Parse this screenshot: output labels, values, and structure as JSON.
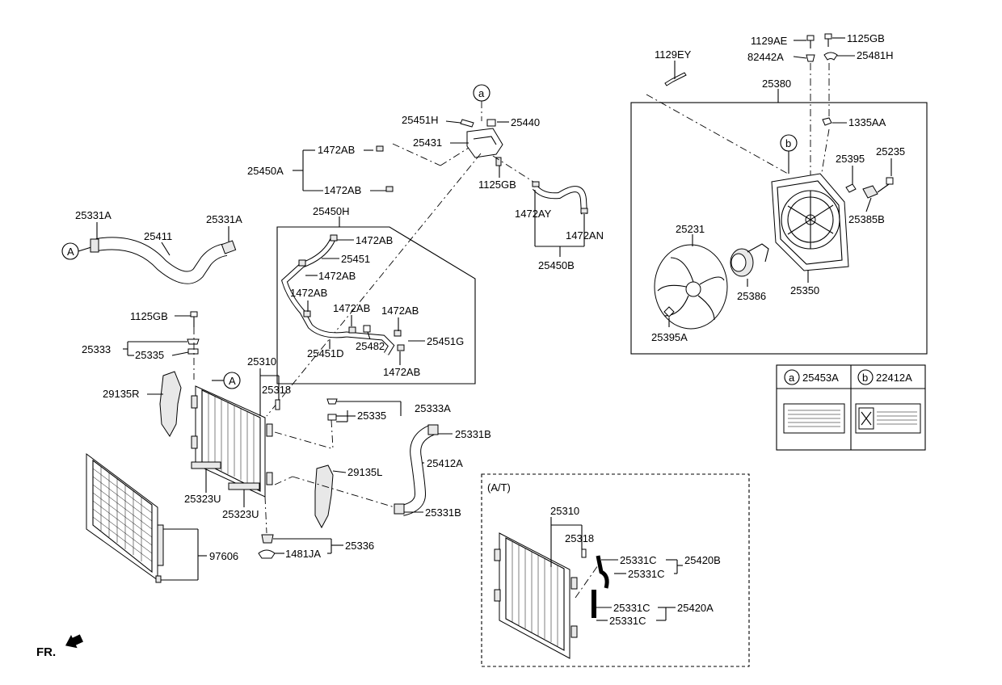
{
  "labels": {
    "p1129AE": "1129AE",
    "p1125GB_top": "1125GB",
    "p82442A": "82442A",
    "p25481H": "25481H",
    "p1129EY": "1129EY",
    "p25380": "25380",
    "p1335AA": "1335AA",
    "p25395": "25395",
    "p25235": "25235",
    "p25385B": "25385B",
    "p25231": "25231",
    "p25386": "25386",
    "p25350": "25350",
    "p25395A": "25395A",
    "pa": "a",
    "pb": "b",
    "p25451H": "25451H",
    "p25440": "25440",
    "p25431": "25431",
    "p1125GB_tank": "1125GB",
    "p1472AB_1": "1472AB",
    "p25450A": "25450A",
    "p1472AB_2": "1472AB",
    "p1472AY": "1472AY",
    "p1472AN": "1472AN",
    "p25450B": "25450B",
    "p25450H": "25450H",
    "p1472AB_3": "1472AB",
    "p25451": "25451",
    "p1472AB_4": "1472AB",
    "p1472AB_5": "1472AB",
    "p1472AB_6": "1472AB",
    "p1472AB_7": "1472AB",
    "p25451D": "25451D",
    "p25482": "25482",
    "p25451G": "25451G",
    "p1472AB_8": "1472AB",
    "p25331A_1": "25331A",
    "p25331A_2": "25331A",
    "p25411": "25411",
    "pA1": "A",
    "pA2": "A",
    "p1125GB_left": "1125GB",
    "p25333": "25333",
    "p25335_1": "25335",
    "p29135R": "29135R",
    "p25310": "25310",
    "p25318": "25318",
    "p25333A": "25333A",
    "p25335_2": "25335",
    "p25331B_1": "25331B",
    "p25412A": "25412A",
    "p29135L": "29135L",
    "p25323U_1": "25323U",
    "p25323U_2": "25323U",
    "p25331B_2": "25331B",
    "p97606": "97606",
    "p25336": "25336",
    "p1481JA": "1481JA",
    "at_title": "(A/T)",
    "at_25310": "25310",
    "at_25318": "25318",
    "at_25331C_1": "25331C",
    "at_25331C_2": "25331C",
    "at_25420B": "25420B",
    "at_25331C_3": "25331C",
    "at_25331C_4": "25331C",
    "at_25420A": "25420A",
    "fr": "FR."
  },
  "legend": {
    "a_circle": "a",
    "a_part": "25453A",
    "b_circle": "b",
    "b_part": "22412A"
  }
}
